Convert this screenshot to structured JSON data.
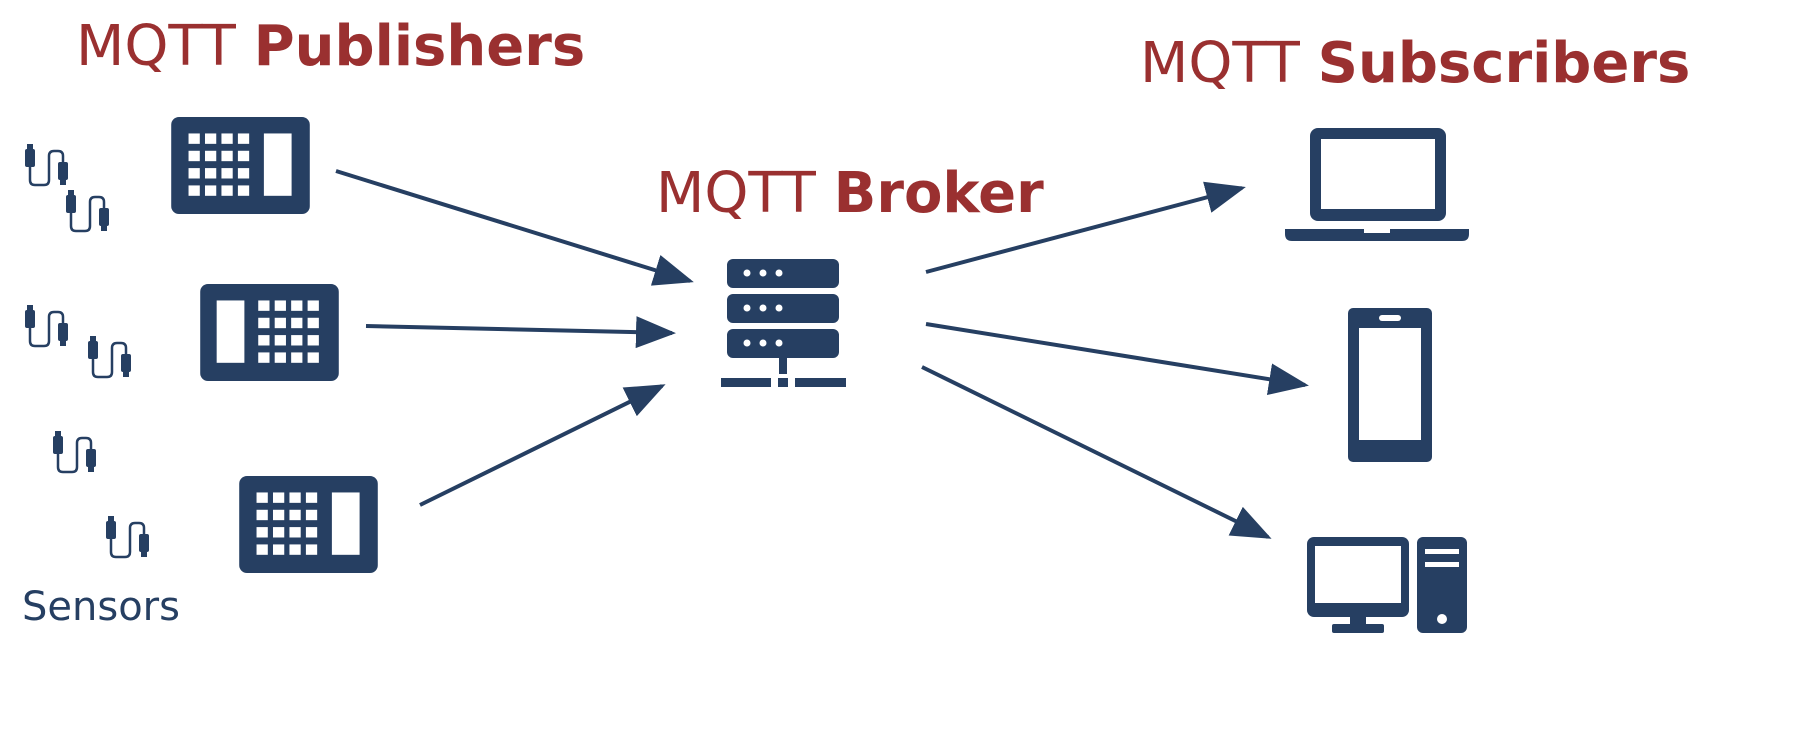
{
  "colors": {
    "title_accent": "#9a3030",
    "icon_navy": "#263f62",
    "background": "#ffffff"
  },
  "publishers": {
    "title_prefix": "MQTT",
    "title_bold": "Publishers",
    "gateway_icon": "gateway-icon",
    "sensor_icon": "sensor-cable-icon"
  },
  "broker": {
    "title_prefix": "MQTT",
    "title_bold": "Broker",
    "icon": "server-icon"
  },
  "subscribers": {
    "title_prefix": "MQTT",
    "title_bold": "Subscribers",
    "icons": [
      "laptop-icon",
      "smartphone-icon",
      "desktop-computer-icon"
    ]
  },
  "sensors": {
    "label": "Sensors"
  }
}
